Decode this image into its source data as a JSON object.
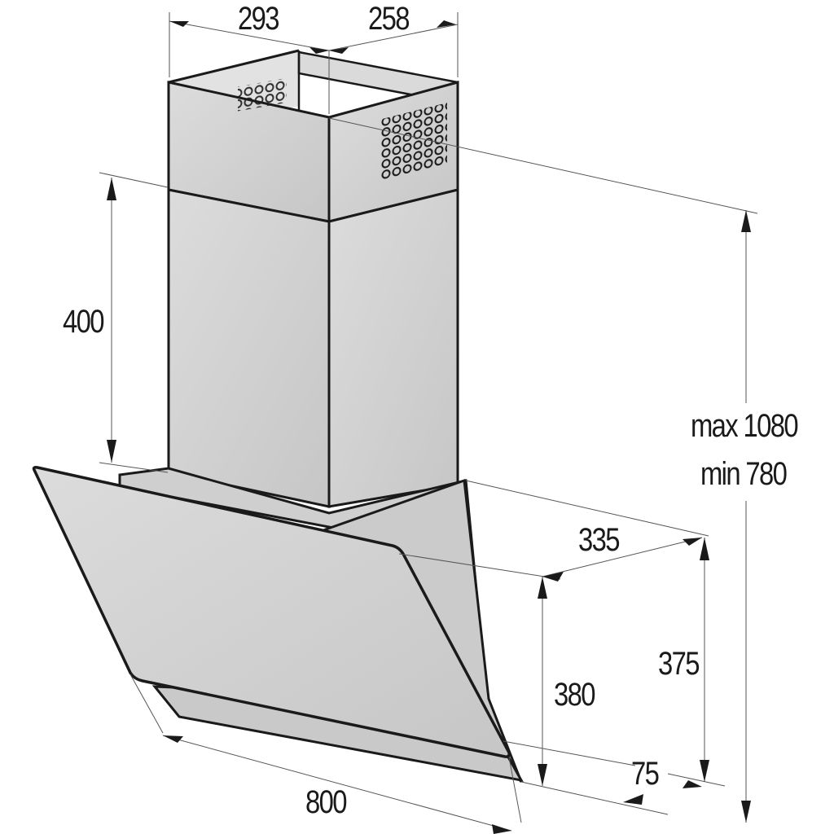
{
  "diagram": {
    "subject": "Inclined glass wall-mounted cooker hood with chimney",
    "units": "mm",
    "colors": {
      "body_fill": "#d2d2d2",
      "glass_fill": "#c9c9c9",
      "outline": "#1a1a1a",
      "dim_line": "#555555",
      "background": "#ffffff"
    },
    "dimensions": {
      "chimney_width_front": "293",
      "chimney_depth_side": "258",
      "chimney_lower_height": "400",
      "total_height_max": "max 1080",
      "total_height_min": "min 780",
      "hood_depth": "335",
      "hood_height_back": "375",
      "hood_height_front": "380",
      "bottom_offset": "75",
      "hood_width": "800"
    }
  }
}
